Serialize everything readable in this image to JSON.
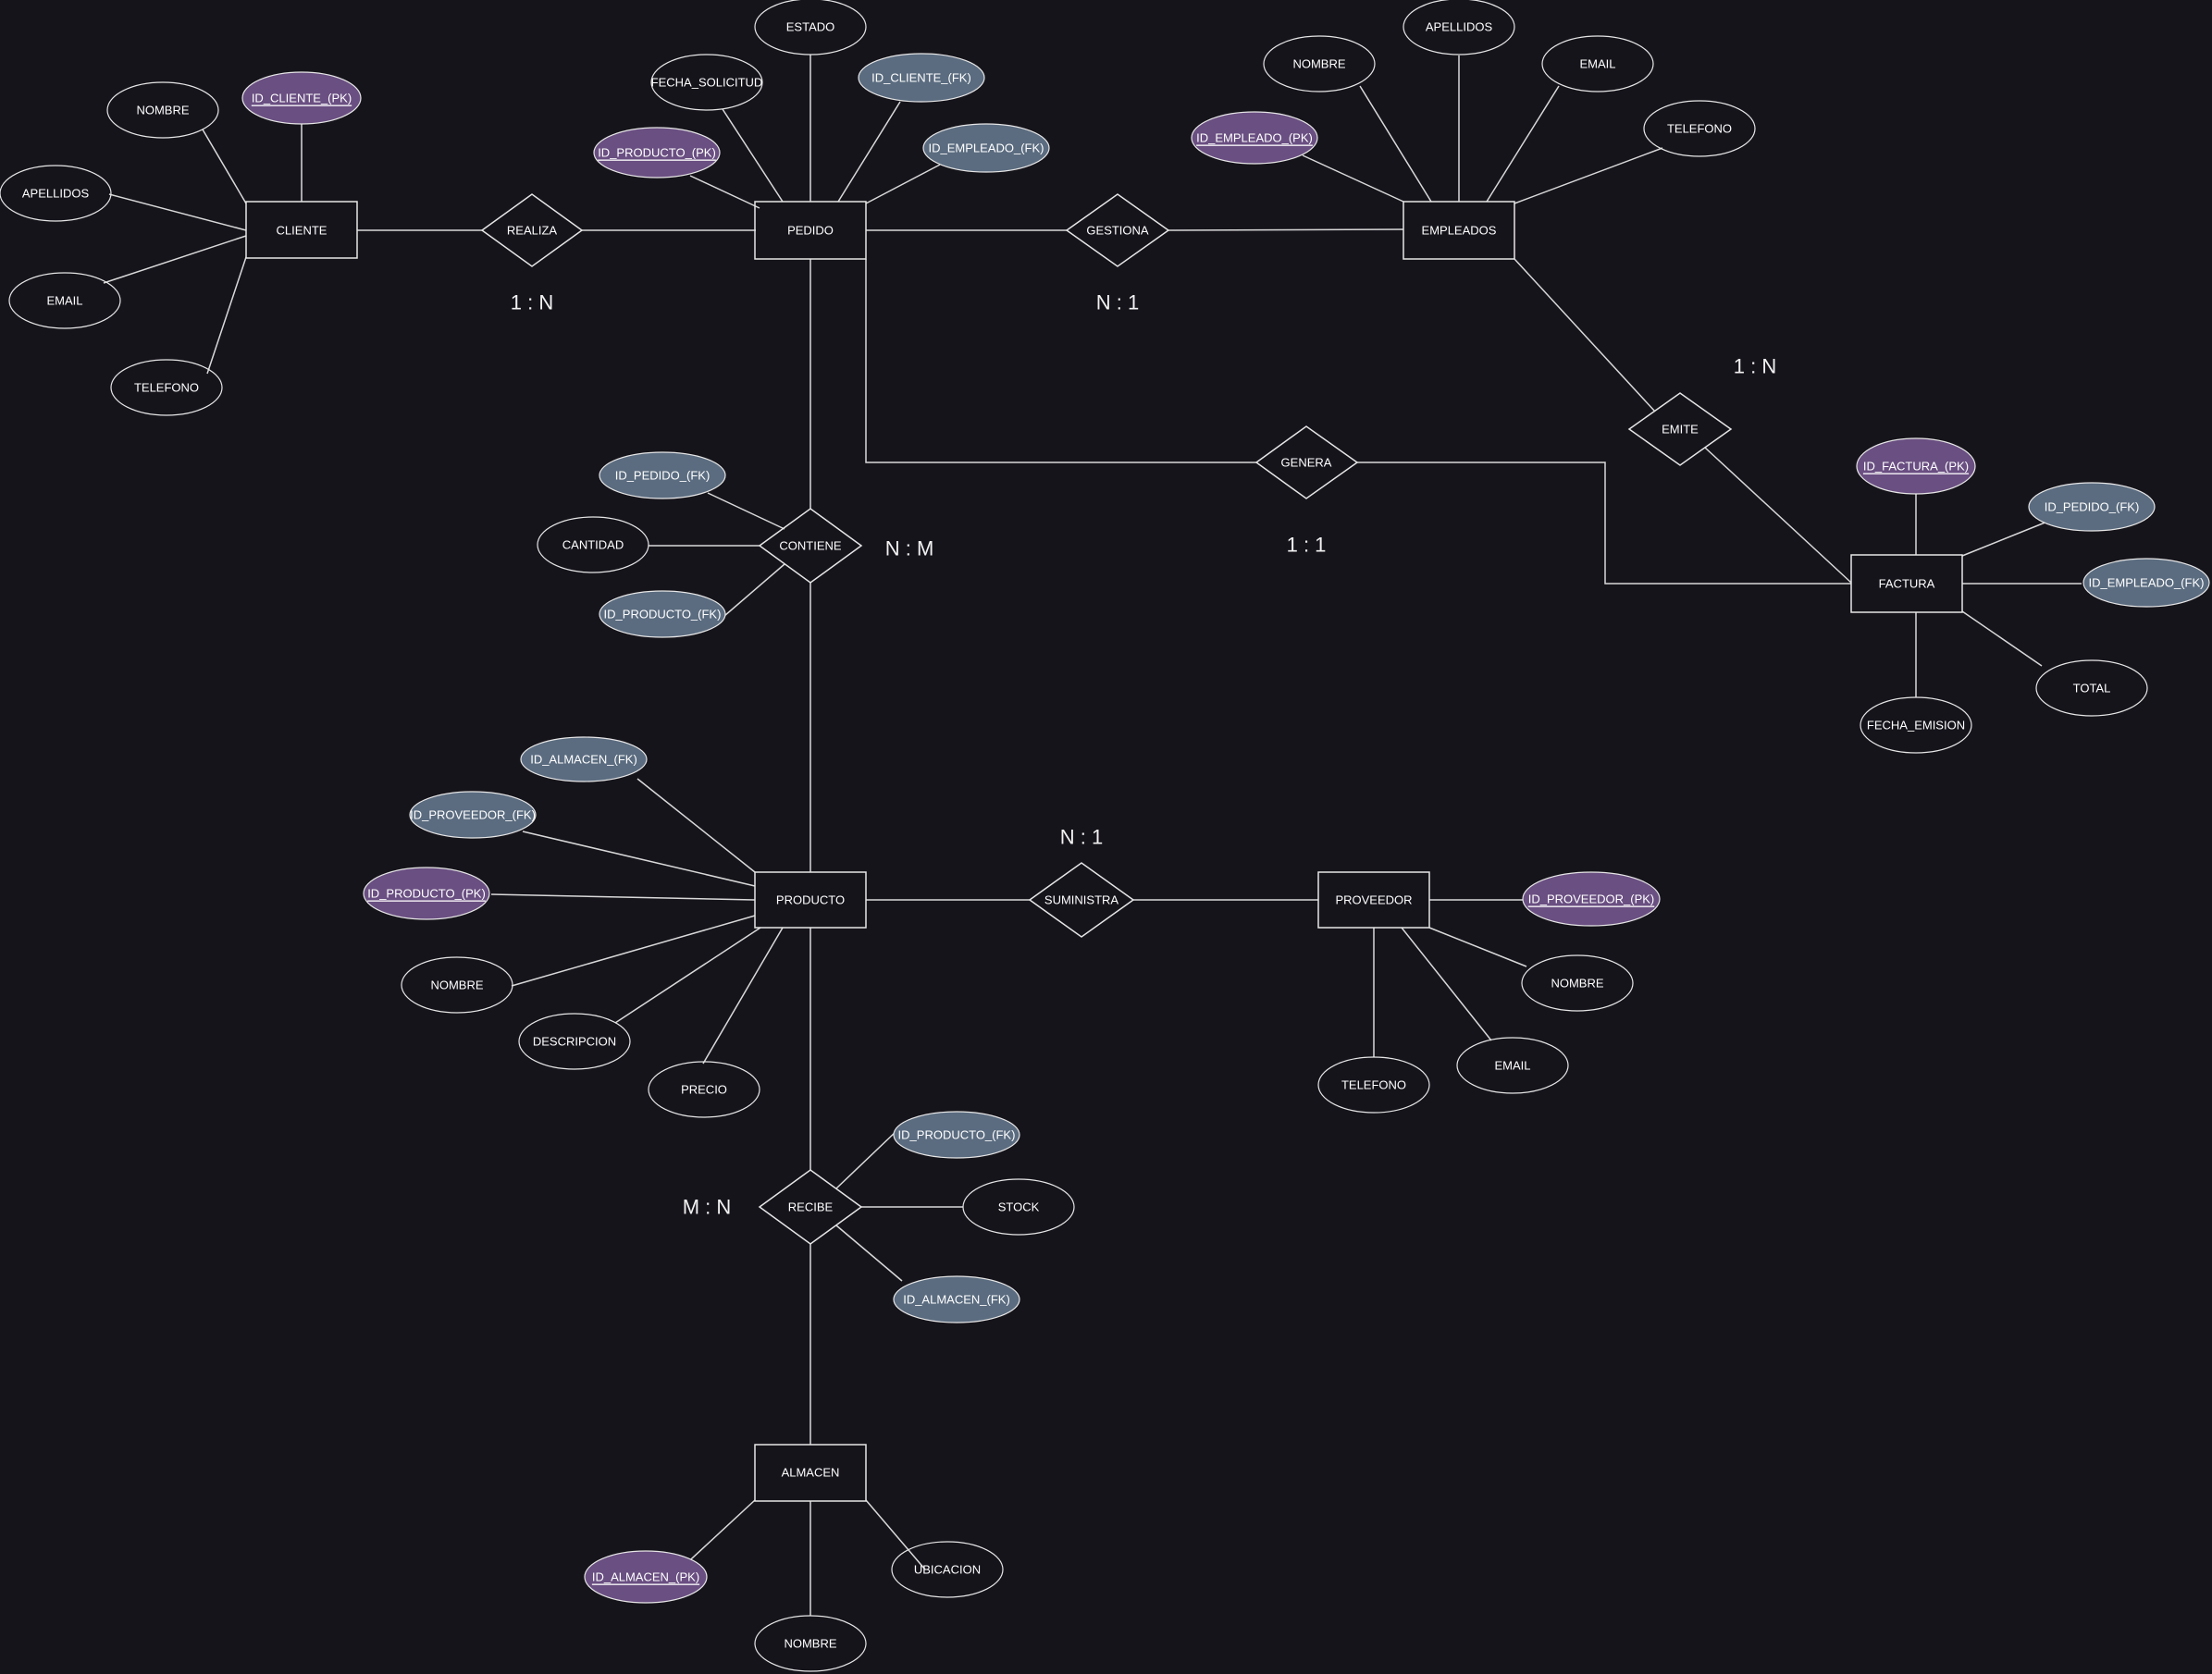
{
  "diagram": {
    "background": "#16141b",
    "colors": {
      "line": "#d9d9d9",
      "pk_fill": "#6a4f82",
      "fk_fill": "#5b6c80"
    },
    "entities": {
      "cliente": "CLIENTE",
      "pedido": "PEDIDO",
      "empleados": "EMPLEADOS",
      "factura": "FACTURA",
      "producto": "PRODUCTO",
      "proveedor": "PROVEEDOR",
      "almacen": "ALMACEN"
    },
    "relationships": {
      "realiza": "REALIZA",
      "gestiona": "GESTIONA",
      "emite": "EMITE",
      "genera": "GENERA",
      "contiene": "CONTIENE",
      "suministra": "SUMINISTRA",
      "recibe": "RECIBE"
    },
    "cardinalities": {
      "realiza": "1 : N",
      "gestiona": "N : 1",
      "emite": "1 : N",
      "genera": "1 : 1",
      "contiene": "N : M",
      "suministra": "N : 1",
      "recibe": "M : N"
    },
    "attributes": {
      "cliente": {
        "id": "ID_CLIENTE_(PK)",
        "nombre": "NOMBRE",
        "apellidos": "APELLIDOS",
        "email": "EMAIL",
        "telefono": "TELEFONO"
      },
      "pedido": {
        "estado": "ESTADO",
        "fecha": "FECHA_SOLICITUD",
        "id_cliente": "ID_CLIENTE_(FK)",
        "id_producto": "ID_PRODUCTO_(PK)",
        "id_empleado": "ID_EMPLEADO_(FK)"
      },
      "empleados": {
        "id": "ID_EMPLEADO_(PK)",
        "nombre": "NOMBRE",
        "apellidos": "APELLIDOS",
        "email": "EMAIL",
        "telefono": "TELEFONO"
      },
      "factura": {
        "id": "ID_FACTURA_(PK)",
        "id_pedido": "ID_PEDIDO_(FK)",
        "id_empleado": "ID_EMPLEADO_(FK)",
        "total": "TOTAL",
        "fecha": "FECHA_EMISION"
      },
      "contiene": {
        "id_pedido": "ID_PEDIDO_(FK)",
        "cantidad": "CANTIDAD",
        "id_producto": "ID_PRODUCTO_(FK)"
      },
      "producto": {
        "id_almacen": "ID_ALMACEN_(FK)",
        "id_proveedor": "ID_PROVEEDOR_(FK)",
        "id": "ID_PRODUCTO_(PK)",
        "nombre": "NOMBRE",
        "descripcion": "DESCRIPCION",
        "precio": "PRECIO"
      },
      "proveedor": {
        "id": "ID_PROVEEDOR_(PK)",
        "nombre": "NOMBRE",
        "email": "EMAIL",
        "telefono": "TELEFONO"
      },
      "recibe": {
        "id_producto": "ID_PRODUCTO_(FK)",
        "stock": "STOCK",
        "id_almacen": "ID_ALMACEN_(FK)"
      },
      "almacen": {
        "id": "ID_ALMACEN_(PK)",
        "nombre": "NOMBRE",
        "ubicacion": "UBICACION"
      }
    }
  }
}
